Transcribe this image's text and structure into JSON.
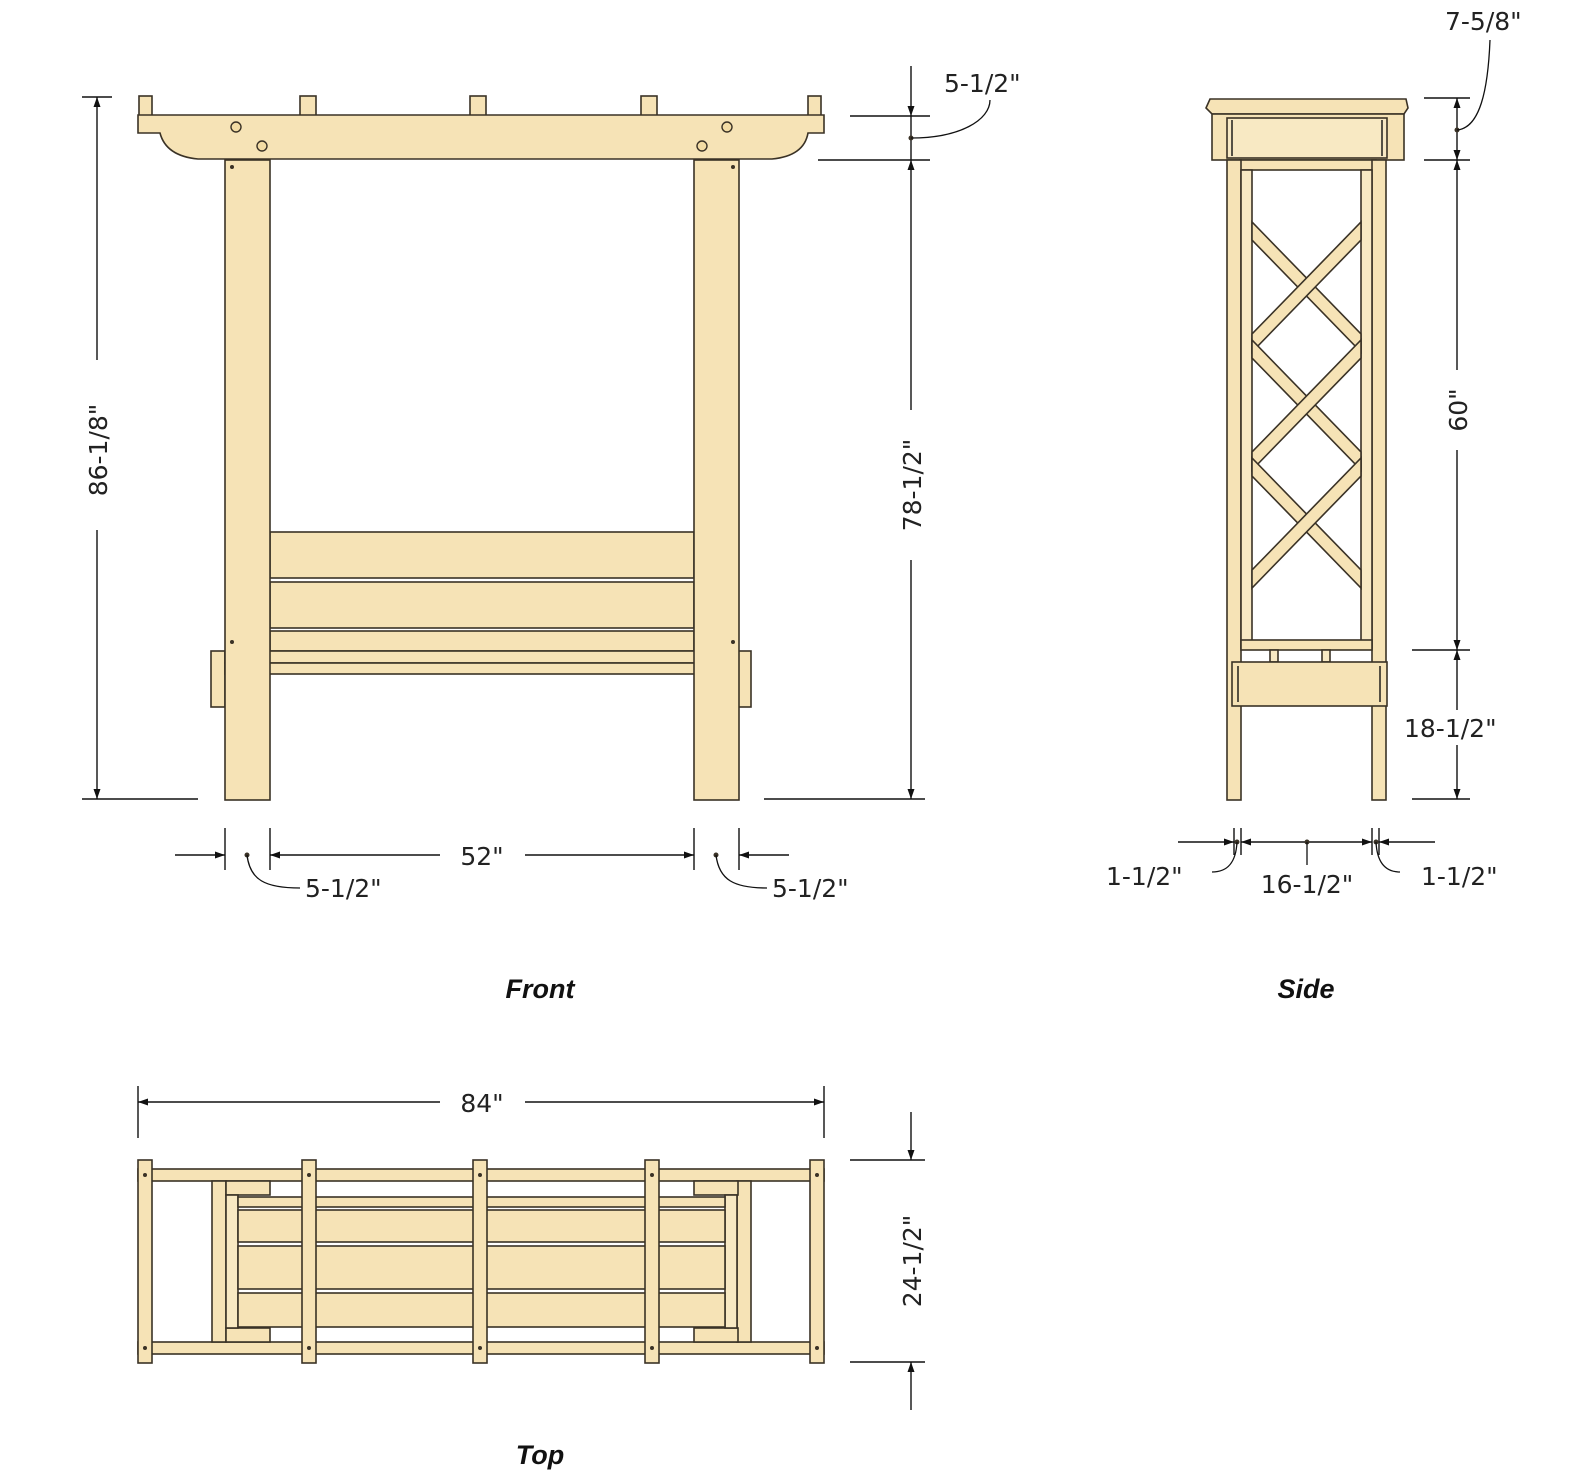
{
  "views": {
    "front": {
      "label": "Front"
    },
    "side": {
      "label": "Side"
    },
    "top": {
      "label": "Top"
    }
  },
  "dimensions": {
    "front_overall_height": "86-1/8\"",
    "front_post_height": "78-1/2\"",
    "front_beam_height": "5-1/2\"",
    "front_post_spacing": "52\"",
    "front_left_post_width": "5-1/2\"",
    "front_right_post_width": "5-1/2\"",
    "side_top_cap": "7-5/8\"",
    "side_trellis_height": "60\"",
    "side_lower_height": "18-1/2\"",
    "side_left_post": "1-1/2\"",
    "side_inner_width": "16-1/2\"",
    "side_right_post": "1-1/2\"",
    "top_length": "84\"",
    "top_depth": "24-1/2\""
  }
}
